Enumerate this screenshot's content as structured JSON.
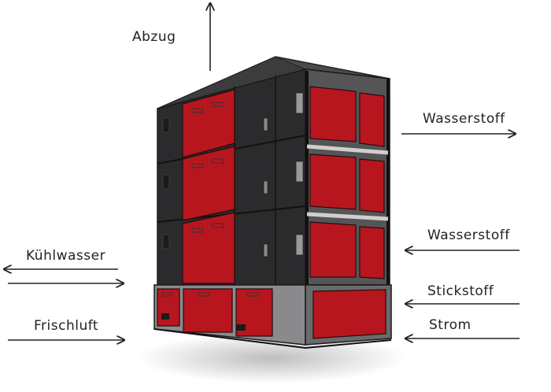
{
  "labels": {
    "abzug": "Abzug",
    "wasserstoff_out": "Wasserstoff",
    "wasserstoff_in": "Wasserstoff",
    "kuehlwasser": "Kühlwasser",
    "stickstoff": "Stickstoff",
    "frischluft": "Frischluft",
    "strom": "Strom"
  },
  "colors": {
    "module_red": "#b8161f",
    "module_dark": "#2b2b2d",
    "frame": "#3a3a3c",
    "ink": "#222222"
  }
}
